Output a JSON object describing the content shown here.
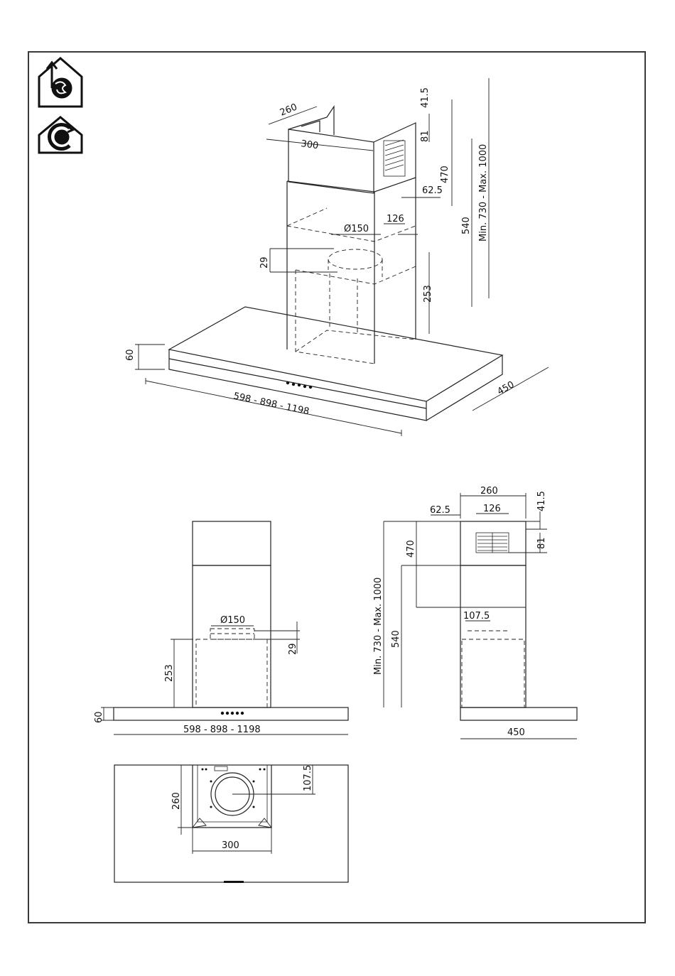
{
  "icons": {
    "ducted": "ducted-mode-icon",
    "recirculating": "recirculating-mode-icon"
  },
  "perspective": {
    "chimney_depth": "260",
    "chimney_width": "300",
    "dim_41_5": "41.5",
    "dim_81": "81",
    "dim_470": "470",
    "dim_62_5": "62.5",
    "dim_126": "126",
    "duct_diameter": "Ø150",
    "dim_29": "29",
    "dim_253": "253",
    "dim_540": "540",
    "height_range": "Min. 730 - Max. 1000",
    "hood_height": "60",
    "hood_width": "598 - 898 - 1198",
    "hood_depth": "450"
  },
  "front_view": {
    "duct_diameter": "Ø150",
    "dim_29": "29",
    "dim_253": "253",
    "hood_height": "60",
    "hood_width": "598 - 898 - 1198"
  },
  "side_view": {
    "chimney_depth": "260",
    "dim_62_5": "62.5",
    "dim_126": "126",
    "dim_41_5": "41.5",
    "dim_81": "81",
    "dim_470": "470",
    "height_range": "Min. 730 - Max. 1000",
    "dim_540": "540",
    "dim_107_5": "107.5",
    "hood_depth": "450"
  },
  "top_view": {
    "dim_260": "260",
    "dim_107_5": "107.5",
    "dim_300": "300"
  }
}
